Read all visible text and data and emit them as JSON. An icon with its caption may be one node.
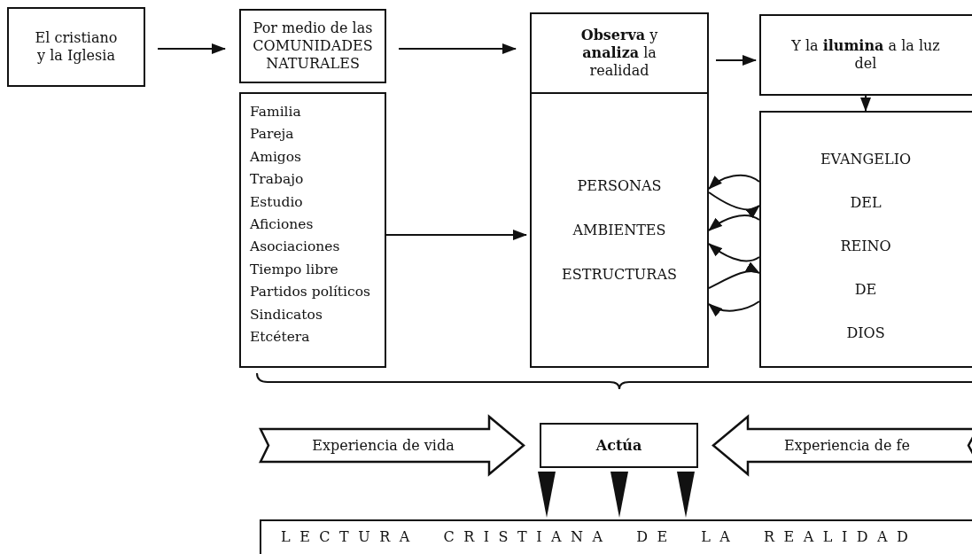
{
  "diagram": {
    "nodes": [
      {
        "text": [
          "El cristiano y la Iglesia"
        ]
      },
      {
        "text": [
          "Por medio de las COMUNIDADES NATURALES"
        ]
      },
      {
        "text": [
          "**Observa** y **analiza** la realidad"
        ]
      },
      {
        "text": [
          "Y la **ilumina** a la luz del"
        ]
      },
      {
        "text": [
          "Familia",
          "Pareja",
          "Amigos",
          "Trabajo",
          "Estudio",
          "Aficiones",
          "Asociaciones",
          "Tiempo libre",
          "Partidos políticos",
          "Sindicatos",
          "Etcétera"
        ]
      },
      {
        "text": [
          "PERSONAS",
          "AMBIENTES",
          "ESTRUCTURAS"
        ]
      },
      {
        "text": [
          "EVANGELIO",
          "DEL",
          "REINO",
          "DE",
          "DIOS"
        ]
      },
      {
        "text": [
          "Experiencia de vida"
        ]
      },
      {
        "text": [
          "Actúa"
        ]
      },
      {
        "text": [
          "Experiencia de fe"
        ]
      },
      {
        "text": [
          "LECTURA CRISTIANA DE LA REALIDAD"
        ]
      }
    ],
    "edges": [
      {
        "from": 0,
        "to": 1,
        "arrow": "to"
      },
      {
        "from": 1,
        "to": 2,
        "arrow": "to"
      },
      {
        "from": 2,
        "to": 3,
        "arrow": "to"
      },
      {
        "from": 3,
        "to": 6,
        "arrow": "to"
      },
      {
        "from": 4,
        "to": 5,
        "arrow": "to"
      },
      {
        "from": 6,
        "to": 5,
        "arrow": "to"
      },
      {
        "from": 5,
        "to": 6,
        "arrow": "to"
      },
      {
        "from": 6,
        "to": 5,
        "arrow": "to"
      },
      {
        "from": 6,
        "to": 5,
        "arrow": "to"
      },
      {
        "from": 5,
        "to": 6,
        "arrow": "to"
      },
      {
        "from": 6,
        "to": 5,
        "arrow": "to"
      },
      {
        "from": 8,
        "to": 10,
        "arrow": "to"
      },
      {
        "from": 8,
        "to": 10,
        "arrow": "to"
      },
      {
        "from": 8,
        "to": 10,
        "arrow": "to"
      }
    ]
  }
}
